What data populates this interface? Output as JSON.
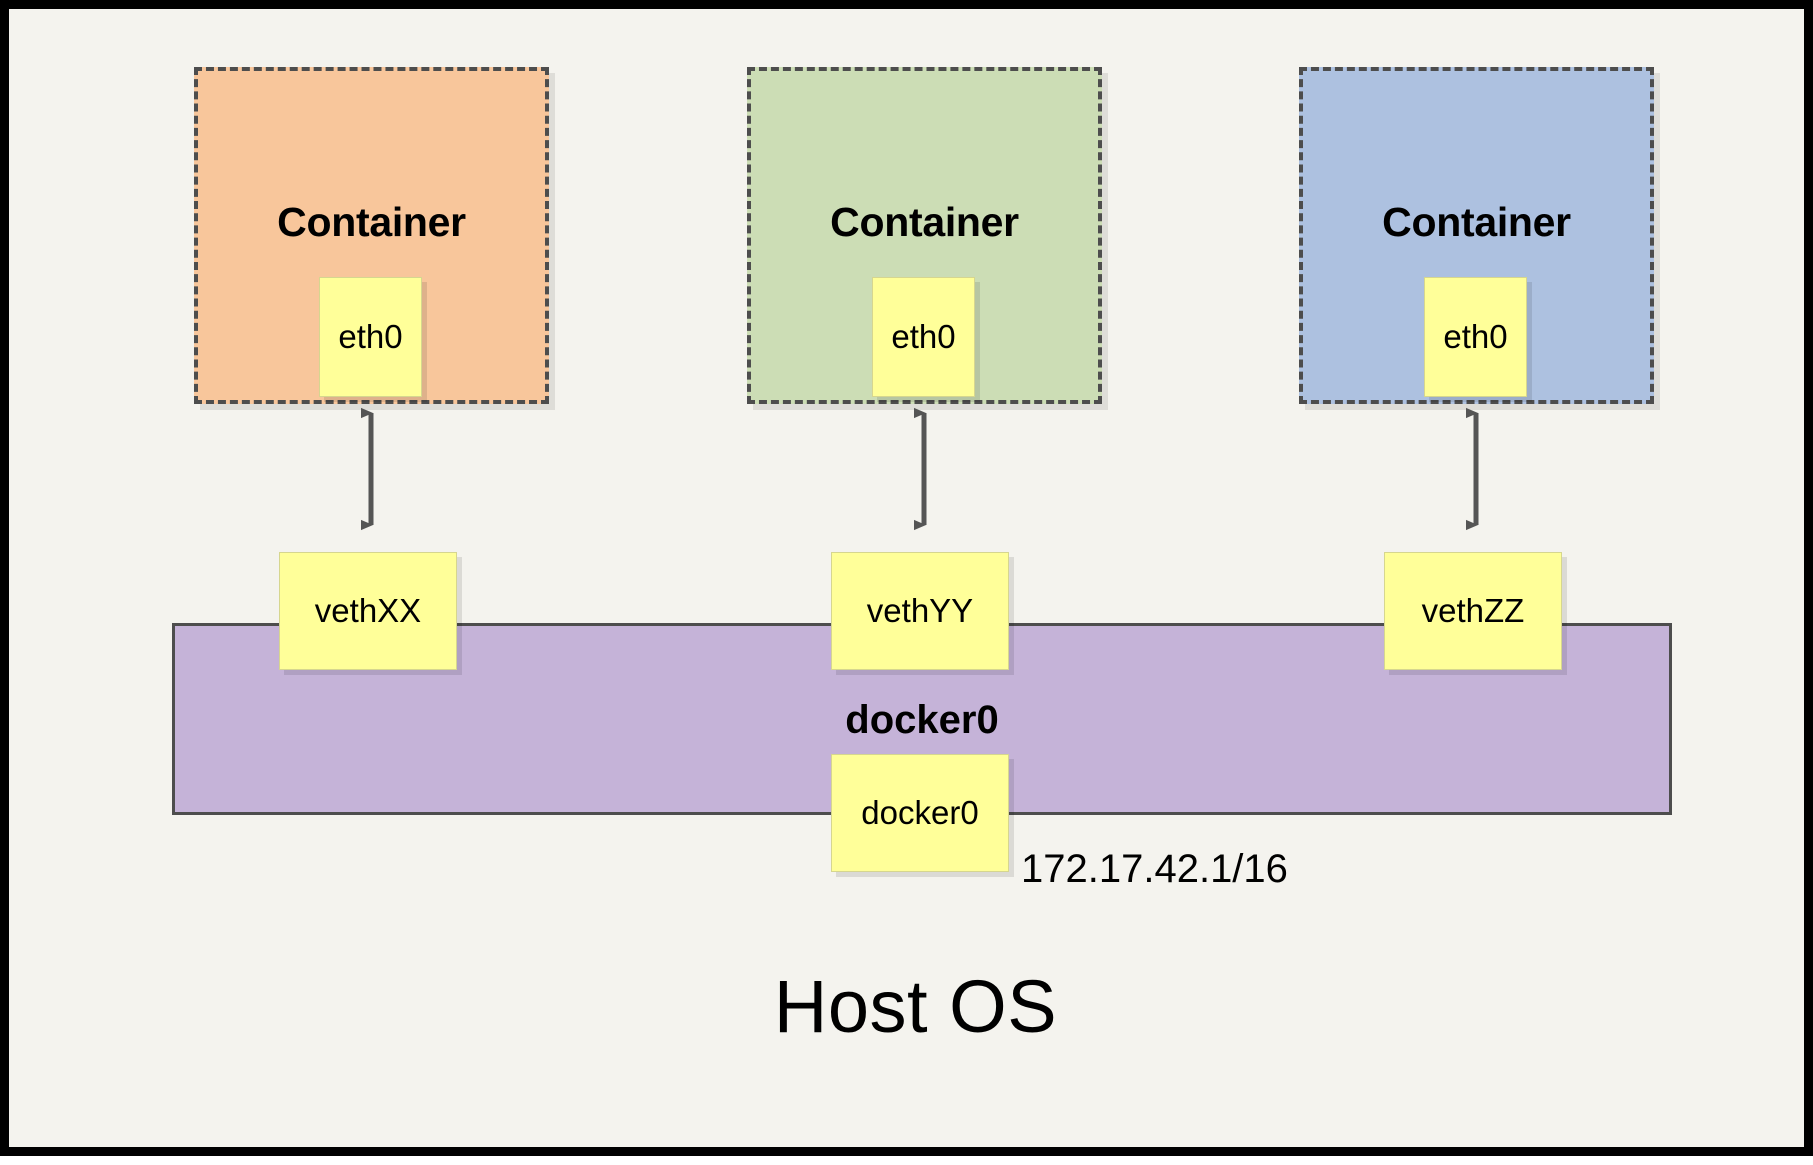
{
  "diagram": {
    "title_text": "Host OS",
    "background_color": "#f4f3ee",
    "frame_color": "#000000"
  },
  "containers": [
    {
      "label": "Container",
      "fill": "#f8c69b",
      "border": "#4d4d4d",
      "iface_label": "eth0",
      "veth_label": "vethXX"
    },
    {
      "label": "Container",
      "fill": "#ccddb5",
      "border": "#4d4d4d",
      "iface_label": "eth0",
      "veth_label": "vethYY"
    },
    {
      "label": "Container",
      "fill": "#adc1e0",
      "border": "#4d4d4d",
      "iface_label": "eth0",
      "veth_label": "vethZZ"
    }
  ],
  "bridge": {
    "name": "docker0",
    "port_label": "docker0",
    "ip_cidr": "172.17.42.1/16",
    "fill": "#c5b3d8",
    "border": "#4d4d4d"
  },
  "links": [
    {
      "from": "eth0",
      "to": "vethXX",
      "direction": "bidirectional"
    },
    {
      "from": "eth0",
      "to": "vethYY",
      "direction": "bidirectional"
    },
    {
      "from": "eth0",
      "to": "vethZZ",
      "direction": "bidirectional"
    }
  ]
}
